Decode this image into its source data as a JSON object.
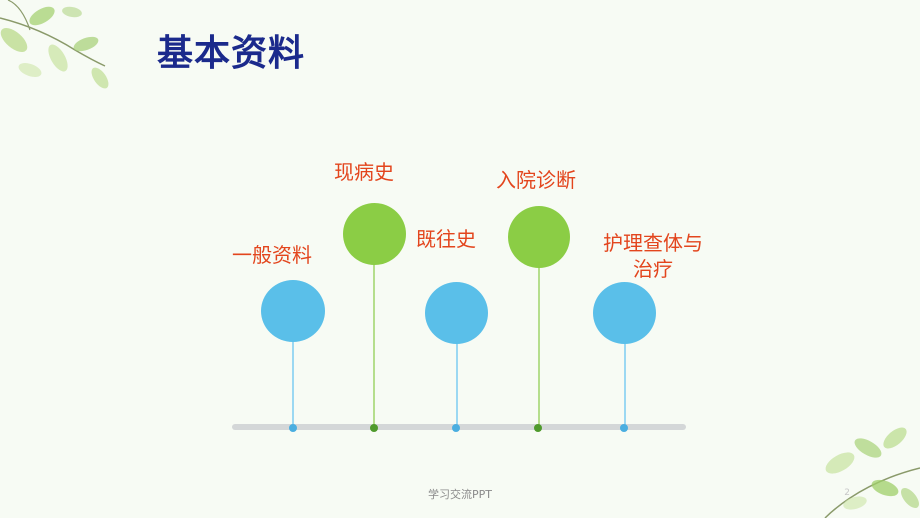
{
  "slide": {
    "title": "基本资料",
    "footer": "学习交流PPT",
    "page_number": "2"
  },
  "timeline": {
    "items": [
      {
        "label": "一般资料",
        "color": "#5abfe9",
        "stem_color": "#9bd8f2",
        "dot_color": "#4aaee0"
      },
      {
        "label": "现病史",
        "color": "#8bcd45",
        "stem_color": "#b5de8c",
        "dot_color": "#4f9a2c"
      },
      {
        "label": "既往史",
        "color": "#5abfe9",
        "stem_color": "#9bd8f2",
        "dot_color": "#4aaee0"
      },
      {
        "label": "入院诊断",
        "color": "#8bcd45",
        "stem_color": "#b5de8c",
        "dot_color": "#4f9a2c"
      },
      {
        "label_line1": "护理查体与",
        "label_line2": "治疗",
        "color": "#5abfe9",
        "stem_color": "#9bd8f2",
        "dot_color": "#4aaee0"
      }
    ]
  },
  "colors": {
    "title": "#1b2a8c",
    "label": "#e3451d",
    "baseline": "#d4d7d8",
    "background": "#f7fbf4"
  }
}
